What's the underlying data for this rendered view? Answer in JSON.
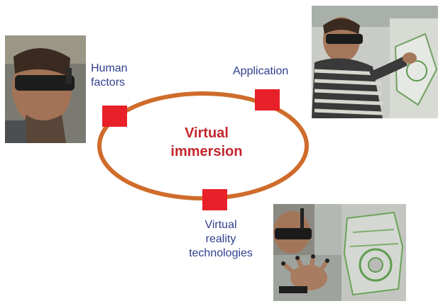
{
  "diagram": {
    "center_label": "Virtual\nimmersion",
    "nodes": [
      {
        "id": "human-factors",
        "label": "Human\nfactors"
      },
      {
        "id": "application",
        "label": "Application"
      },
      {
        "id": "vr-technologies",
        "label": "Virtual\nreality\ntechnologies"
      }
    ],
    "colors": {
      "ring": "#cf6c2b",
      "node": "#e8202a",
      "center_text": "#c1272d",
      "label_text": "#2f3f8f"
    }
  },
  "photos": [
    {
      "id": "photo-human-factors",
      "subject": "man-wearing-vr-headset"
    },
    {
      "id": "photo-application",
      "subject": "man-with-headset-manipulating-machine-part"
    },
    {
      "id": "photo-vr-technologies",
      "subject": "vr-headset-hand-tracking-and-engine-model"
    }
  ]
}
